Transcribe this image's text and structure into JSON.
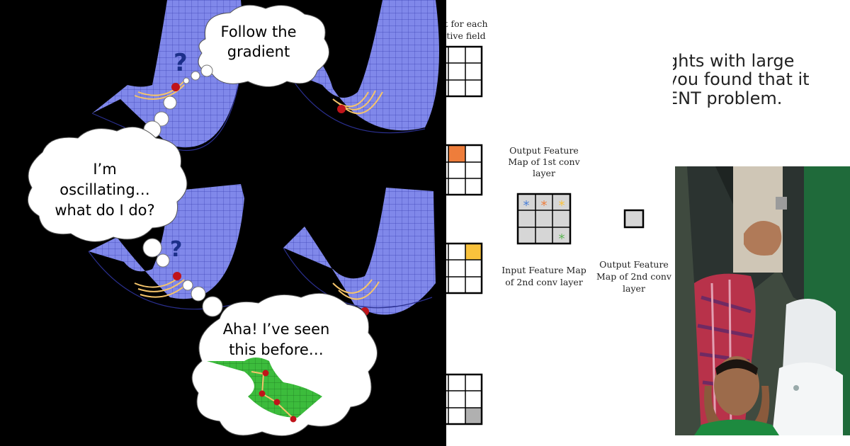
{
  "meme": {
    "bubble_1": [
      "Follow the",
      "gradient"
    ],
    "bubble_2": [
      "I’m",
      "oscillating…",
      "what do I do?"
    ],
    "bubble_3": [
      "Aha! I’ve seen",
      "this before…"
    ],
    "question_mark": "?",
    "colors": {
      "surface": "#7f86e8",
      "surface_grid": "#3a3fb0",
      "path": "#f5c46a",
      "ball": "#c0141a",
      "green_surface": "#39b83a",
      "question": "#1c2f8a"
    }
  },
  "cnn_diagram": {
    "top_caption": [
      "t for each",
      "tive field"
    ],
    "output_1st_caption": [
      "Output Feature",
      "Map of 1st conv",
      "layer"
    ],
    "input_2nd_caption": [
      "Input Feature Map",
      "of 2nd conv layer"
    ],
    "output_2nd_caption": [
      "Output Feature",
      "Map of 2nd conv",
      "layer"
    ],
    "star": "*",
    "colors": {
      "orange": "#ee7d3b",
      "yellow": "#f9c23c",
      "blue": "#4a7fd6",
      "green": "#5ab552",
      "gray": "#c8c8c8"
    }
  },
  "reaction": {
    "text": [
      "ghts with large",
      "you found that it",
      "ENT problem."
    ]
  }
}
